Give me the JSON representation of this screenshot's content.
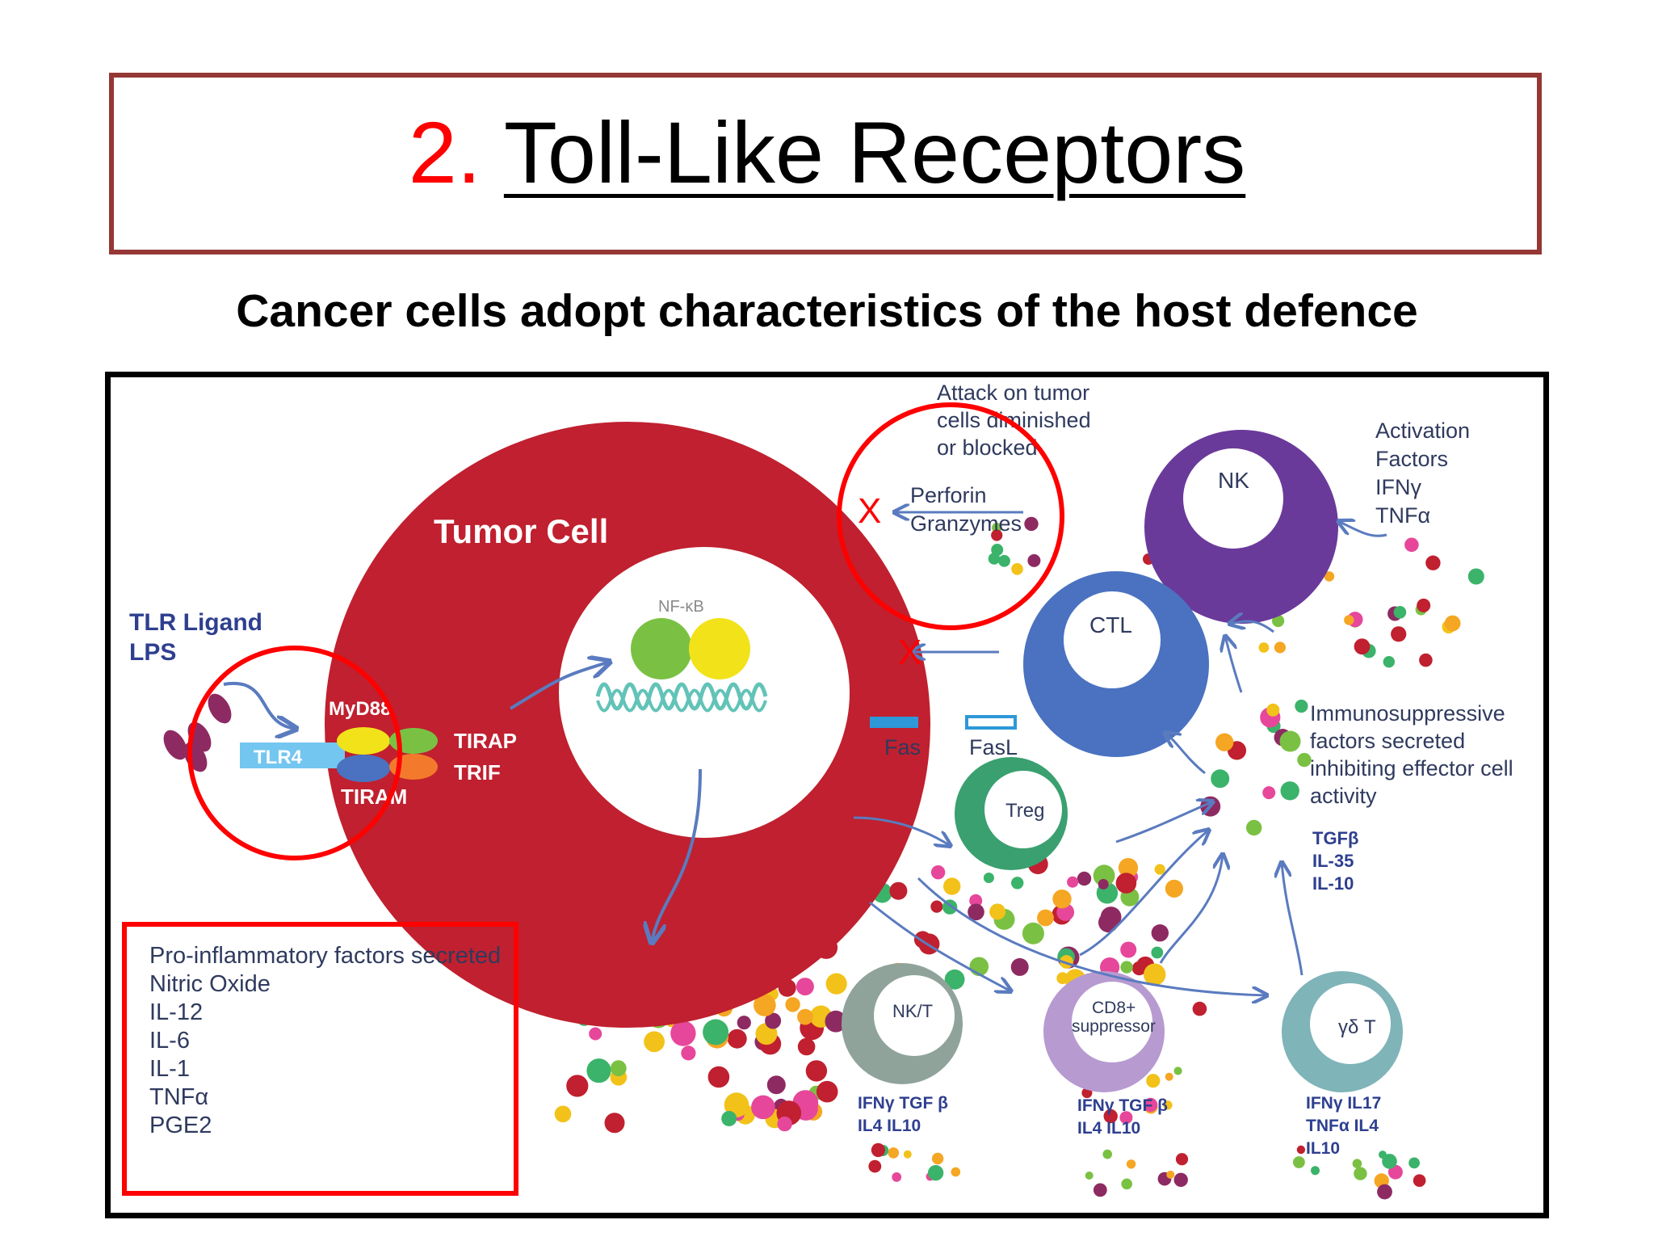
{
  "title": {
    "number": "2.",
    "text": "Toll-Like Receptors"
  },
  "subtitle": "Cancer cells adopt characteristics of the host defence",
  "diagram": {
    "tumor_cell": "Tumor Cell",
    "nfkb": "NF-κB",
    "tlr_ligand": [
      "TLR  Ligand",
      "LPS"
    ],
    "tlr4": "TLR4",
    "myd88": "MyD88",
    "tirap": "TIRAP",
    "trif": "TRIF",
    "tiram": "TIRAM",
    "attack": [
      "Attack on tumor",
      "cells diminished",
      "or blocked"
    ],
    "perforin": "Perforin",
    "granzymes": "Granzymes",
    "nk": "NK",
    "ctl": "CTL",
    "activation": [
      "Activation",
      "Factors",
      "IFNγ",
      "TNFα"
    ],
    "fas": "Fas",
    "fasl": "FasL",
    "treg": "Treg",
    "immunosuppressive": [
      "Immunosuppressive",
      "factors secreted",
      "inhibiting  effector  cell",
      "activity"
    ],
    "treg_factors": [
      "TGFβ",
      "IL-35",
      "IL-10"
    ],
    "proinflammatory": [
      "Pro-inflammatory factors secreted",
      "Nitric Oxide",
      "IL-12",
      "IL-6",
      "IL-1",
      "TNFα",
      "PGE2"
    ],
    "nkt": "NK/T",
    "nkt_factors": [
      "IFNγ  TGF β",
      "IL4     IL10"
    ],
    "cd8": [
      "CD8+",
      "suppressor"
    ],
    "cd8_factors": [
      "IFNγ  TGF β",
      "IL4     IL10"
    ],
    "gdt": "γδ T",
    "gdt_factors": [
      "IFNγ   IL17",
      "TNFα  IL4",
      "IL10"
    ],
    "colors": {
      "tumor": "#c0202f",
      "nk": "#6a3a9a",
      "ctl": "#4a72c0",
      "treg": "#3aa070",
      "nkt": "#8fa39b",
      "cd8": "#b79ad0",
      "gdt": "#7fb4b8",
      "highlight": "#ff0000"
    }
  }
}
